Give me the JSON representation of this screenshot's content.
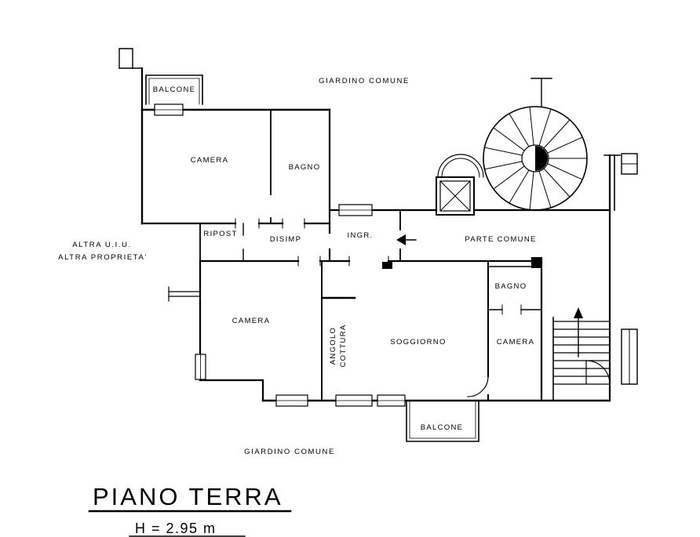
{
  "colors": {
    "ink": "#000000",
    "paper": "#ffffff"
  },
  "rooms": {
    "balcone_top": "BALCONE",
    "camera_top": "CAMERA",
    "bagno_top": "BAGNO",
    "ripost": "RIPOST",
    "disimp": "DISIMP",
    "ingresso": "INGR.",
    "parte_comune": "PARTE   COMUNE",
    "camera_left": "CAMERA",
    "angolo_cottura_line1": "ANGOLO",
    "angolo_cottura_line2": "COTTURA",
    "soggiorno": "SOGGIORNO",
    "bagno_right": "BAGNO",
    "camera_right": "CAMERA",
    "balcone_bottom": "BALCONE"
  },
  "outside": {
    "giardino_top": "GIARDINO  COMUNE",
    "giardino_bottom": "GIARDINO  COMUNE",
    "altra_uiu": "ALTRA  U.I.U.",
    "altra_proprieta": "ALTRA  PROPRIETA'"
  },
  "title_block": {
    "floor_name": "PIANO  TERRA",
    "ceiling_height": "H  =  2.95 m"
  }
}
